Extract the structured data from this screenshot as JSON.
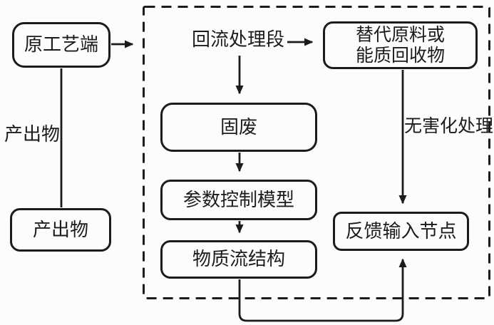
{
  "diagram": {
    "nodes": {
      "original_process": {
        "label": "原工艺端"
      },
      "output_product_box": {
        "label": "产出物"
      },
      "alt_material": {
        "line1": "替代原料或",
        "line2": "能质回收物"
      },
      "solid_waste": {
        "label": "固废"
      },
      "param_model": {
        "label": "参数控制模型"
      },
      "material_flow": {
        "label": "物质流结构"
      },
      "feedback_node": {
        "label": "反馈输入节点"
      }
    },
    "floating_labels": {
      "reflux_section": "回流处理段",
      "output_product": "产出物",
      "harmless_treatment": "无害化处理"
    },
    "colors": {
      "line": "#1c1c1c",
      "background": "#fcfcfc"
    }
  }
}
